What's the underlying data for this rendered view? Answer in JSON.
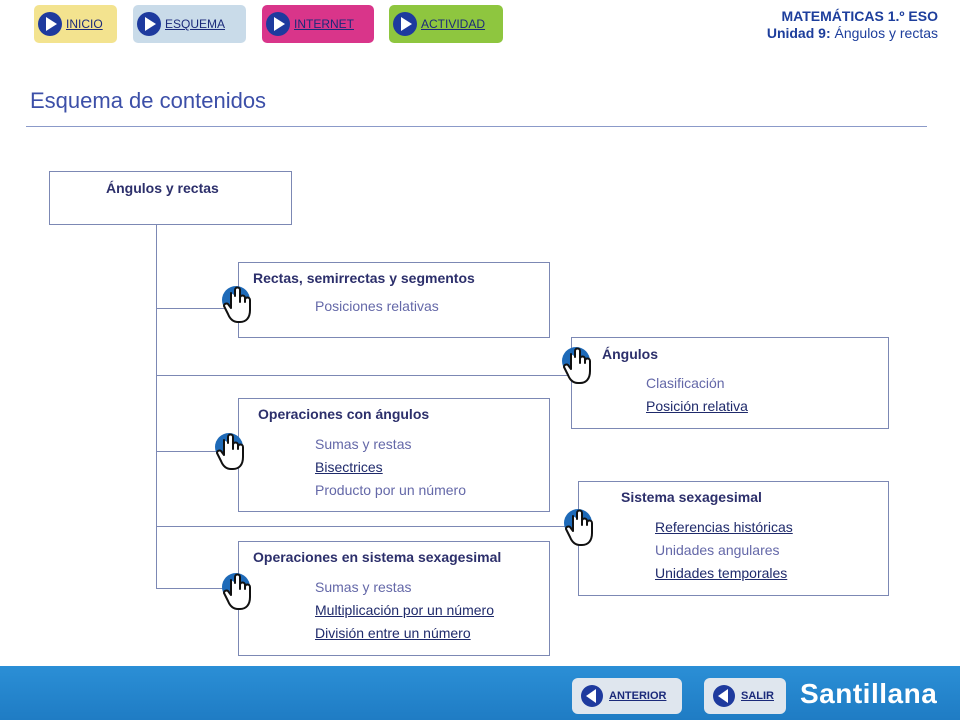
{
  "nav": {
    "inicio": "INICIO",
    "esquema": "ESQUEMA",
    "internet": "INTERNET",
    "actividad": "ACTIVIDAD"
  },
  "header": {
    "course": "MATEMÁTICAS 1.º ESO",
    "unit_label": "Unidad 9:",
    "unit_name": "Ángulos y rectas"
  },
  "page_title": "Esquema de contenidos",
  "diagram": {
    "root": "Ángulos y rectas",
    "rectas": {
      "title": "Rectas, semirrectas y segmentos",
      "items": [
        "Posiciones relativas"
      ]
    },
    "angulos": {
      "title": "Ángulos",
      "items": [
        "Clasificación",
        "Posición relativa"
      ]
    },
    "operaciones": {
      "title": "Operaciones con ángulos",
      "items": [
        "Sumas y restas",
        "Bisectrices",
        "Producto por un número"
      ]
    },
    "sistema": {
      "title": "Sistema sexagesimal",
      "items": [
        "Referencias históricas",
        "Unidades angulares",
        "Unidades temporales"
      ]
    },
    "operaciones_sexagesimal": {
      "title": "Operaciones en sistema sexagesimal",
      "items": [
        "Sumas y restas",
        "Multiplicación por un número",
        "División entre un número"
      ]
    }
  },
  "footer": {
    "anterior": "ANTERIOR",
    "salir": "SALIR",
    "brand": "Santillana"
  },
  "colors": {
    "inicio": "#f3e38f",
    "esquema": "#c9dbe9",
    "internet": "#d9358a",
    "actividad": "#8ec63f",
    "footer": "#2b8fd6",
    "accent": "#1e3a9e"
  }
}
